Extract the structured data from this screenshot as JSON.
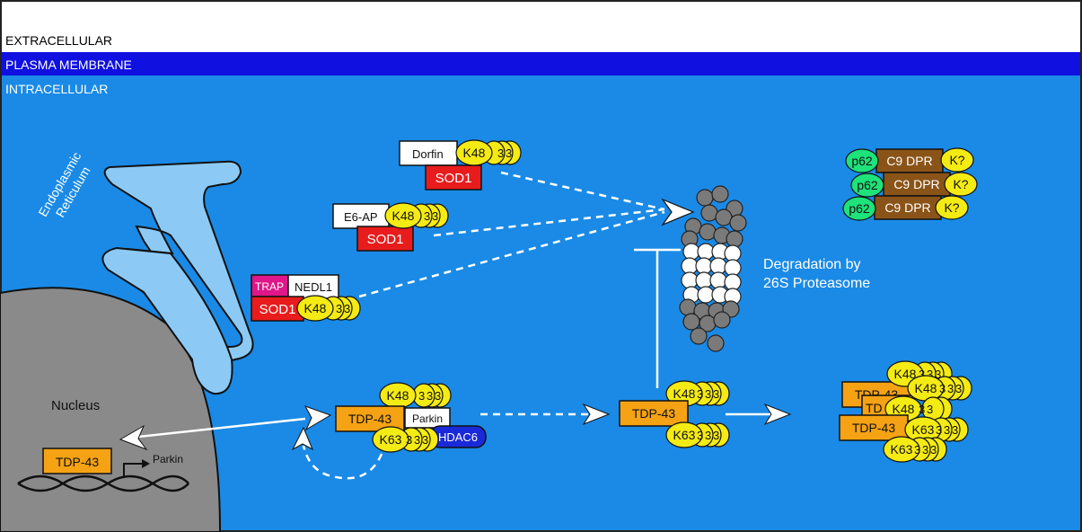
{
  "zones": {
    "extracellular": "EXTRACELLULAR",
    "membrane": "PLASMA MEMBRANE",
    "intracellular": "INTRACELLULAR"
  },
  "organelles": {
    "er_line1": "Endoplasmic",
    "er_line2": "Reticulum",
    "nucleus": "Nucleus"
  },
  "proteins": {
    "dorfin": "Dorfin",
    "e6ap": "E6-AP",
    "sod1": "SOD1",
    "trap": "TRAP",
    "nedl1": "NEDL1",
    "tdp43": "TDP-43",
    "parkin": "Parkin",
    "hdac6": "HDAC6",
    "p62": "p62",
    "c9dpr": "C9 DPR",
    "parkin_gene": "Parkin",
    "tdp43_partial": "TD"
  },
  "ubiquitin": {
    "k48": "K48",
    "k63": "K63",
    "kq": "K?",
    "tail": "3"
  },
  "proteasome_label": {
    "line1": "Degradation by",
    "line2": "26S Proteasome"
  },
  "colors": {
    "extracellular": "#ffffff",
    "membrane": "#1010e0",
    "cytoplasm": "#1a8ae6",
    "nucleus": "#8a8a8a",
    "er": "#8ccaf5",
    "sod1": "#e81c1c",
    "tdp43": "#f5a214",
    "ubiquitin": "#f5eb14",
    "trap": "#e0178a",
    "hdac6": "#1a2ad8",
    "p62": "#1ee27a",
    "c9dpr": "#8a5418"
  }
}
